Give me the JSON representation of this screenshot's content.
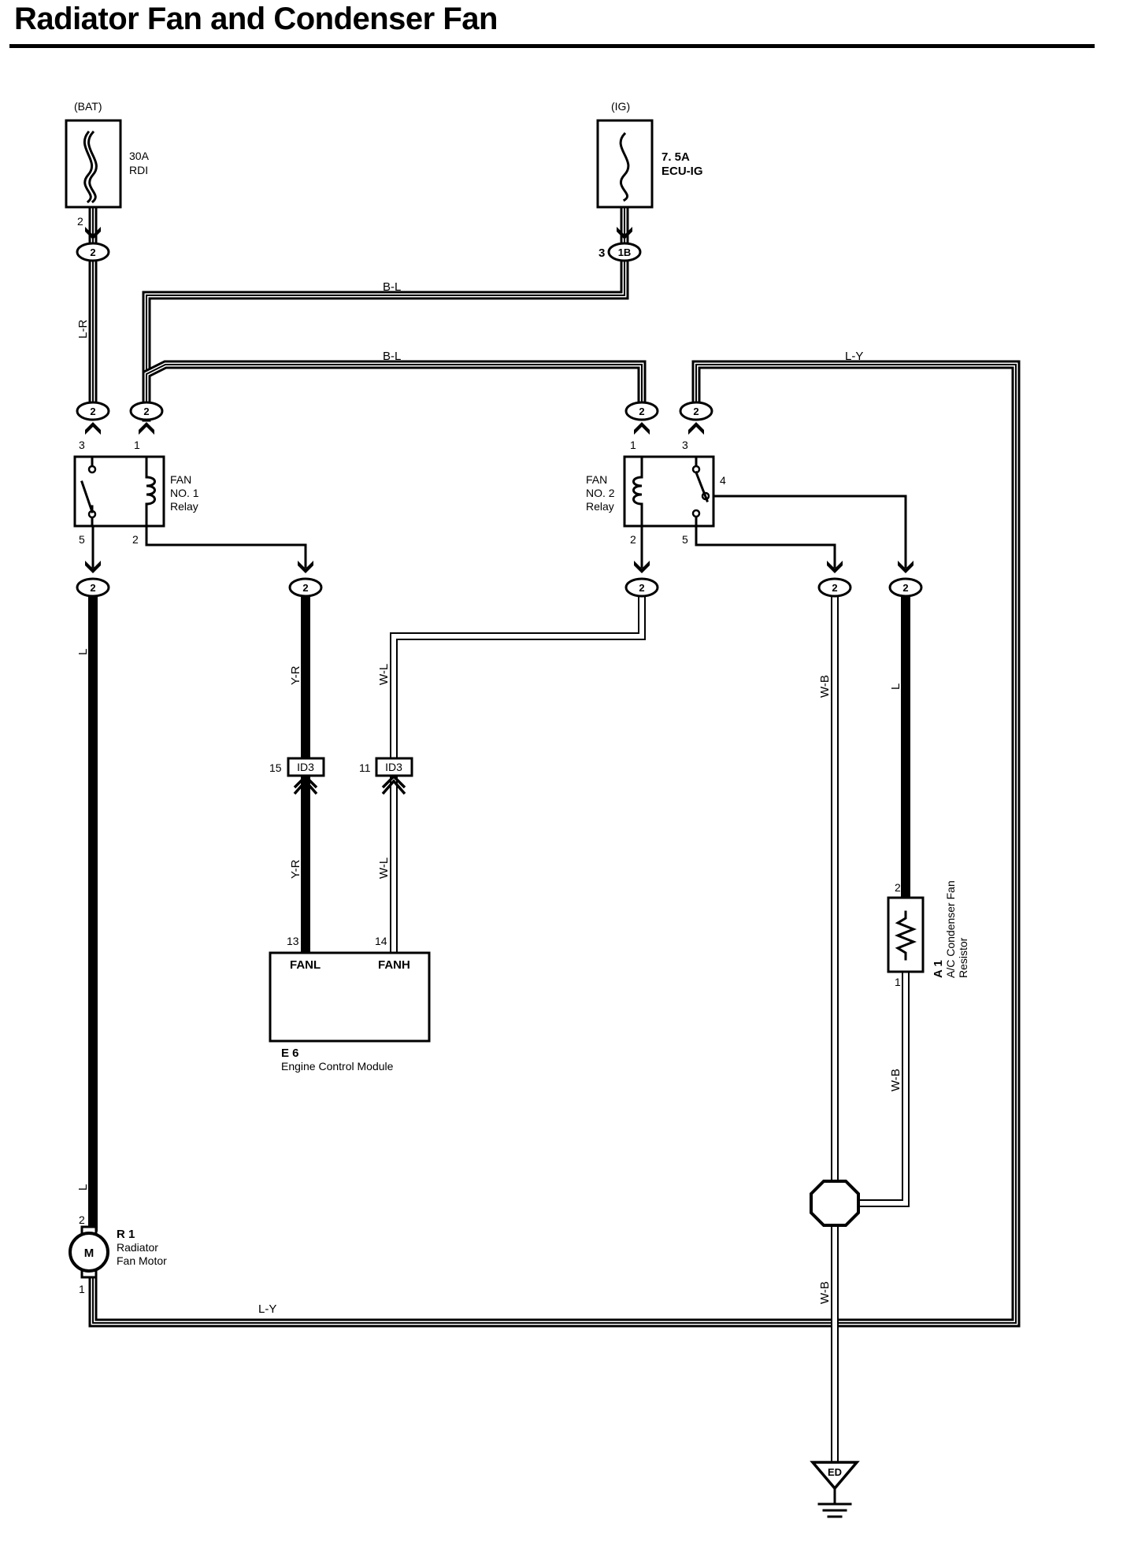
{
  "title": "Radiator Fan and Condenser Fan",
  "sources": {
    "bat": "(BAT)",
    "bat_fuse_amp": "30A",
    "bat_fuse_name": "RDI",
    "ig": "(IG)",
    "ig_fuse_amp": "7. 5A",
    "ig_fuse_name": "ECU-IG"
  },
  "wire_colors": {
    "l_r": "L-R",
    "b_l": "B-L",
    "l_y": "L-Y",
    "l": "L",
    "y_r": "Y-R",
    "w_l": "W-L",
    "w_b": "W-B"
  },
  "relays": {
    "fan1_line1": "FAN",
    "fan1_line2": "NO. 1",
    "fan1_line3": "Relay",
    "fan2_line1": "FAN",
    "fan2_line2": "NO. 2",
    "fan2_line3": "Relay"
  },
  "connectors": {
    "c2": "2",
    "c1b": "1B",
    "id3": "ID3"
  },
  "pins": {
    "p1": "1",
    "p2": "2",
    "p3": "3",
    "p4": "4",
    "p5": "5",
    "p11": "11",
    "p13": "13",
    "p14": "14",
    "p15": "15"
  },
  "ecm": {
    "fanl": "FANL",
    "fanh": "FANH",
    "code": "E 6",
    "name": "Engine Control Module"
  },
  "resistor": {
    "code": "A 1",
    "name_line1": "A/C Condenser Fan",
    "name_line2": "Resistor"
  },
  "motor": {
    "code": "R 1",
    "name_line1": "Radiator",
    "name_line2": "Fan Motor",
    "symbol": "M"
  },
  "ground": {
    "code": "ED"
  }
}
